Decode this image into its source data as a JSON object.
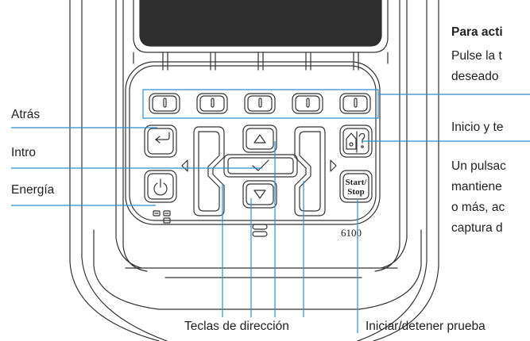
{
  "callouts": {
    "back": "Atrás",
    "enter": "Intro",
    "power": "Energía",
    "arrow_keys": "Teclas de dirección",
    "start_stop": "Iniciar/detener prueba",
    "softkeys_title": "Para acti",
    "softkeys_desc_1": "Pulse la t",
    "softkeys_desc_2": "deseado",
    "home": "Inicio y te",
    "home_desc_1": "Un pulsac",
    "home_desc_2": "mantiene",
    "home_desc_3": "o más, ac",
    "home_desc_4": "captura d"
  },
  "keys": {
    "start_stop_line1": "Start/",
    "start_stop_line2": "Stop",
    "model_number": "6100"
  },
  "icons": {
    "back_key": "return-arrow-icon",
    "power_key": "power-icon",
    "enter_key": "checkmark-icon",
    "home_key": "home-help-icon",
    "up": "triangle-up-icon",
    "down": "triangle-down-icon",
    "left": "triangle-left-icon",
    "right": "triangle-right-icon",
    "battery": "battery-status-icon"
  },
  "colors": {
    "outline": "#333333",
    "leader_line": "#2f8fd0",
    "device_fill": "#ffffff"
  }
}
